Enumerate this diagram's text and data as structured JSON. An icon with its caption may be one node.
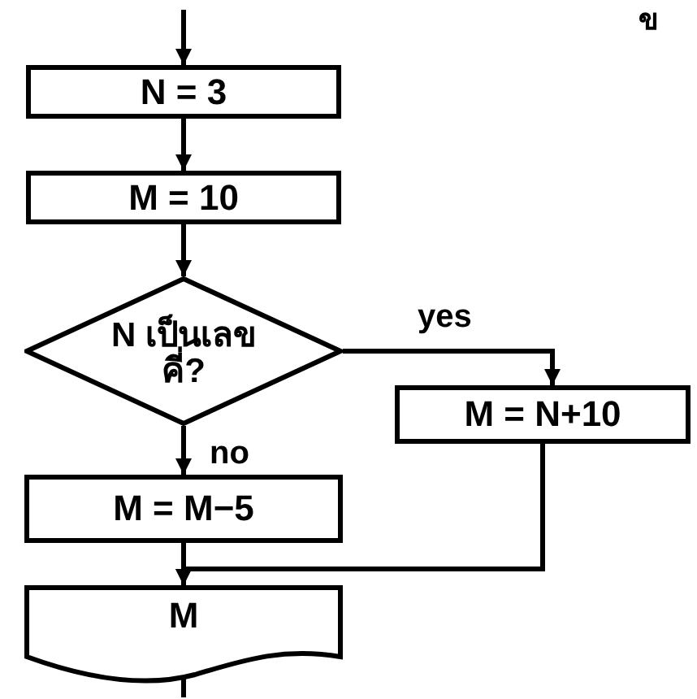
{
  "diagram": {
    "nodes": [
      {
        "text": [
          "N = 3"
        ]
      },
      {
        "text": [
          "M = 10"
        ]
      },
      {
        "text": [
          "N เป็นเลขคี่?"
        ]
      },
      {
        "text": [
          "M = N+10"
        ]
      },
      {
        "text": [
          "M = M−5"
        ]
      },
      {
        "text": [
          "M"
        ]
      }
    ],
    "edges": [
      {
        "from": null,
        "to": 0,
        "arrow": "to"
      },
      {
        "from": 0,
        "to": 1,
        "arrow": "to"
      },
      {
        "from": 1,
        "to": 2,
        "arrow": "to"
      },
      {
        "from": 2,
        "to": 3,
        "arrow": "to",
        "label": "yes"
      },
      {
        "from": 2,
        "to": 4,
        "arrow": "to",
        "label": "no"
      },
      {
        "from": 3,
        "to": 5,
        "arrow": "to"
      },
      {
        "from": 4,
        "to": 5,
        "arrow": "to"
      },
      {
        "from": 5,
        "to": null,
        "arrow": "none"
      }
    ],
    "labels": [
      "ข"
    ]
  }
}
